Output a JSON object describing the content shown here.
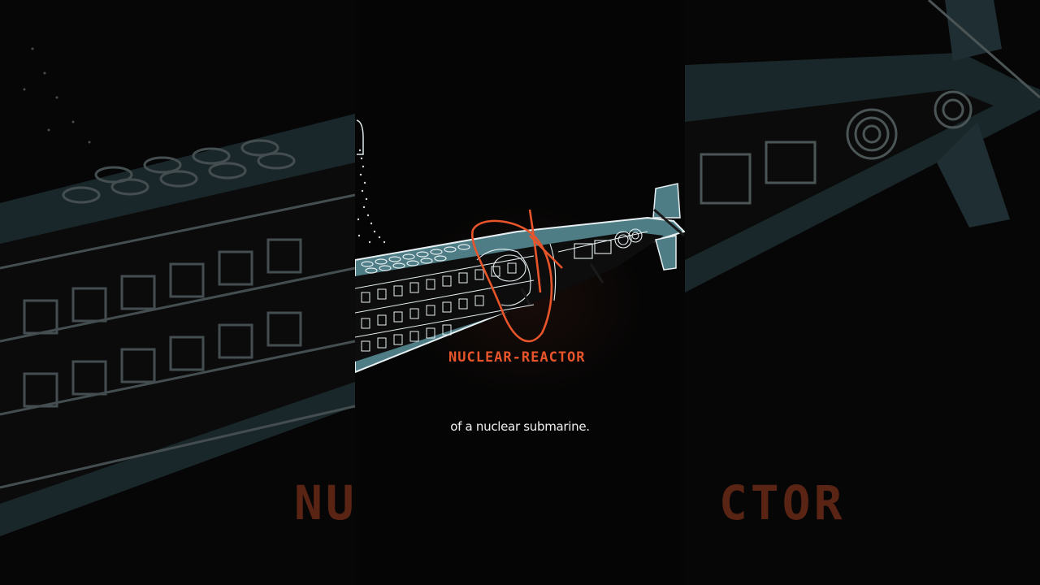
{
  "video_frame": {
    "subject": "nuclear submarine cutaway diagram",
    "highlight_label": "NUCLEAR-REACTOR",
    "caption": "of a nuclear submarine.",
    "colors": {
      "background": "#050505",
      "hull": "#4f7d86",
      "outline": "#dfe8ea",
      "accent": "#e8552a",
      "caption": "#f2f2f2"
    }
  },
  "background_blur": {
    "label_left_fragment": "NU",
    "label_right_fragment": "CTOR",
    "full_label": "NUCLEAR-REACTOR"
  }
}
